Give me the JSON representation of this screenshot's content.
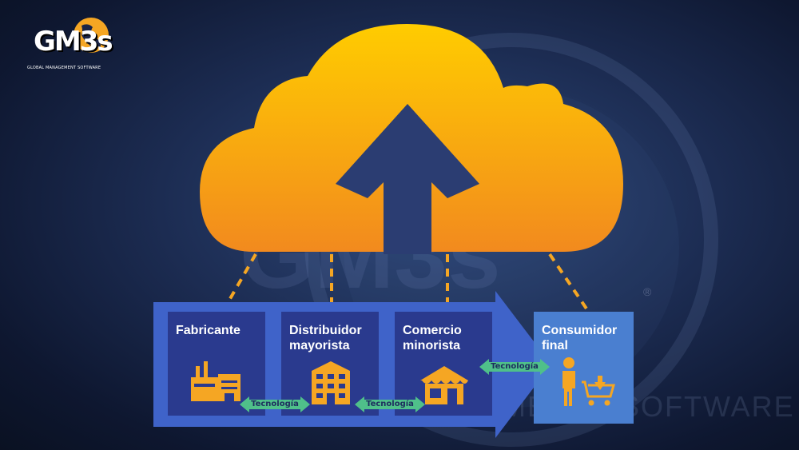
{
  "logo": {
    "text": "GM3s",
    "subtitle": "GLOBAL MANAGEMENT SOFTWARE"
  },
  "watermark": {
    "text": "GEMENTS SOFTWARE",
    "registered": "®"
  },
  "stages": [
    {
      "title": "Fabricante",
      "icon": "factory-icon"
    },
    {
      "title": "Distribuidor mayorista",
      "icon": "warehouse-building-icon"
    },
    {
      "title": "Comercio minorista",
      "icon": "store-icon"
    },
    {
      "title": "Consumidor final",
      "icon": "shopper-cart-icon"
    }
  ],
  "connectors": {
    "label": "Tecnología",
    "count": 3
  },
  "colors": {
    "cloud_top": "#ffcc00",
    "cloud_bottom": "#f28a1e",
    "stage_box": "#2a3a8e",
    "flow_arrow": "#3f63c9",
    "consumer_box": "#4a7fd0",
    "tech_arrow": "#4fc08a",
    "icon": "#f5a623"
  }
}
